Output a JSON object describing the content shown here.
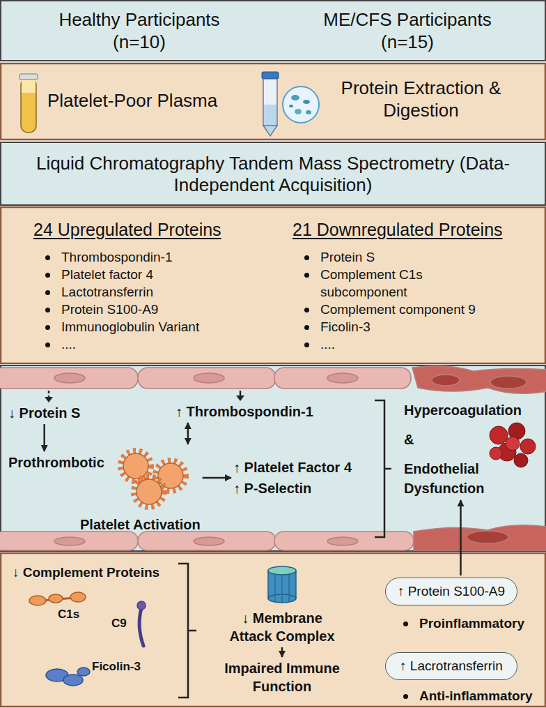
{
  "diagram": {
    "nodes": [
      {
        "text": [
          "Healthy Participants (n=10)",
          "ME/CFS Participants (n=15)"
        ]
      },
      {
        "text": [
          "Platelet-Poor Plasma",
          "Protein Extraction & Digestion"
        ]
      },
      {
        "text": [
          "Liquid Chromatography Tandem Mass Spectrometry (Data-Independent Acquisition)"
        ]
      },
      {
        "text": [
          "24 Upregulated Proteins",
          "Thrombospondin-1",
          "Platelet factor 4",
          "Lactotransferrin",
          "Protein S100-A9",
          "Immunoglobulin Variant",
          "....",
          "21 Downregulated Proteins",
          "Protein S",
          "Complement C1s subcomponent",
          "Complement component 9",
          "Ficolin-3",
          "...."
        ]
      },
      {
        "text": [
          "↓ Protein S"
        ]
      },
      {
        "text": [
          "Prothrombotic"
        ]
      },
      {
        "text": [
          "↑ Thrombospondin-1"
        ]
      },
      {
        "text": [
          "Platelet Activation"
        ]
      },
      {
        "text": [
          "↑ Platelet Factor 4",
          "↑ P-Selectin"
        ]
      },
      {
        "text": [
          "Hypercoagulation",
          "&",
          "Endothelial Dysfunction"
        ]
      },
      {
        "text": [
          "↓ Complement Proteins"
        ]
      },
      {
        "text": [
          "↓ Membrane Attack Complex"
        ],
        "in": 10
      },
      {
        "text": [
          "Impaired Immune Function"
        ],
        "in": 10
      },
      {
        "text": [
          "↑ Protein S100-A9",
          "Proinflammatory"
        ],
        "in": 10
      },
      {
        "text": [
          "↑ Lacrotransferrin",
          "Anti-inflammatory"
        ],
        "in": 10
      }
    ],
    "edges": [
      {
        "from": 4,
        "to": 5,
        "arrow": "to"
      },
      {
        "from": 7,
        "to": 6,
        "arrow": "both"
      },
      {
        "from": 7,
        "to": 8,
        "arrow": "to"
      },
      {
        "from": 11,
        "to": 12,
        "arrow": "to"
      },
      {
        "from": 13,
        "to": 9,
        "arrow": "to"
      }
    ],
    "labels": [
      "C1s",
      "C9",
      "Ficolin-3"
    ]
  }
}
